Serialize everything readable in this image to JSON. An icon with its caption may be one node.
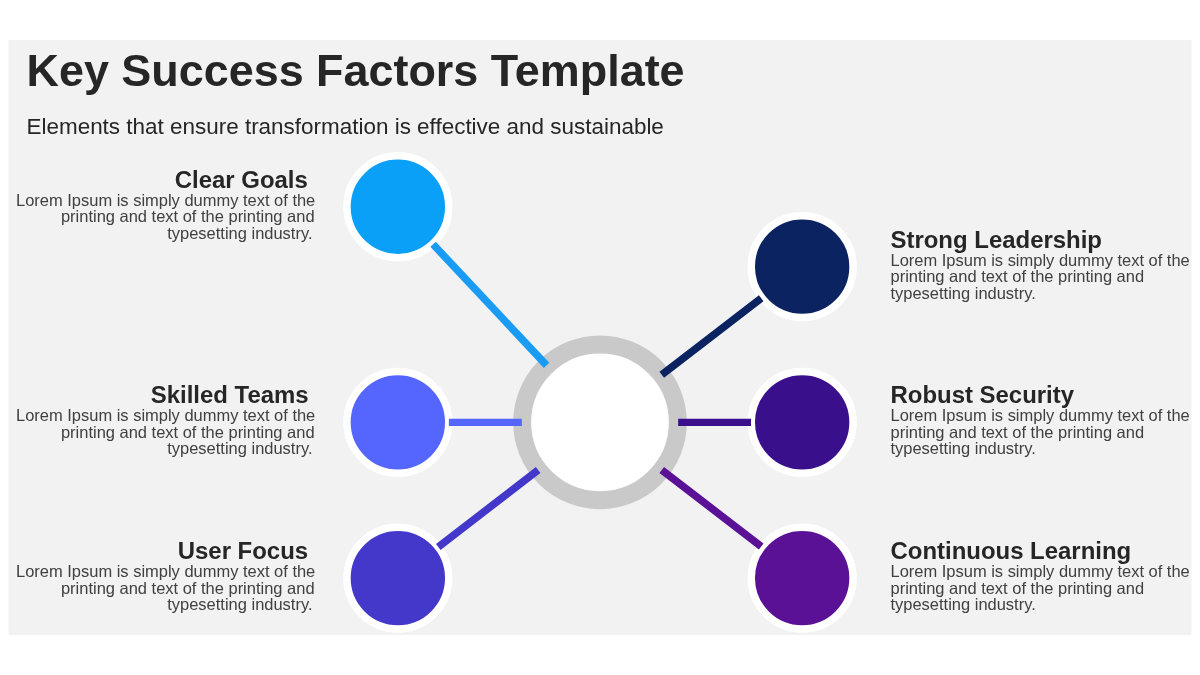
{
  "diagram": {
    "title": "Key Success Factors Template",
    "caption": "Elements that ensure transformation is effective and sustainable",
    "nodes": [
      {
        "text": [],
        "shape": "circle",
        "beside": [
          "Clear Goals",
          "Lorem Ipsum is simply dummy text of the printing and text of the printing and typesetting industry."
        ]
      },
      {
        "text": [],
        "shape": "circle",
        "beside": [
          "Strong Leadership",
          "Lorem Ipsum is simply dummy text of the printing and text of the printing and typesetting industry."
        ]
      },
      {
        "text": [],
        "shape": "circle",
        "beside": [
          "Skilled Teams",
          "Lorem Ipsum is simply dummy text of the printing and text of the printing and typesetting industry."
        ]
      },
      {
        "text": [],
        "shape": "circle"
      },
      {
        "text": [],
        "shape": "circle",
        "beside": [
          "Robust Security",
          "Lorem Ipsum is simply dummy text of the printing and text of the printing and typesetting industry."
        ]
      },
      {
        "text": [],
        "shape": "circle",
        "beside": [
          "User Focus",
          "Lorem Ipsum is simply dummy text of the printing and text of the printing and typesetting industry."
        ]
      },
      {
        "text": [],
        "shape": "circle",
        "beside": [
          "Continuous Learning",
          "Lorem Ipsum is simply dummy text of the printing and text of the printing and typesetting industry."
        ]
      }
    ],
    "edges": [
      {
        "from": 3,
        "to": 0,
        "arrow": "none",
        "color": "#1a9cf5"
      },
      {
        "from": 3,
        "to": 1,
        "arrow": "none",
        "color": "#0b2361"
      },
      {
        "from": 3,
        "to": 2,
        "arrow": "none",
        "color": "#5566ff"
      },
      {
        "from": 3,
        "to": 4,
        "arrow": "none",
        "color": "#3a0f8c"
      },
      {
        "from": 3,
        "to": 5,
        "arrow": "none",
        "color": "#4338ca"
      },
      {
        "from": 3,
        "to": 6,
        "arrow": "none",
        "color": "#5a1196"
      }
    ]
  }
}
